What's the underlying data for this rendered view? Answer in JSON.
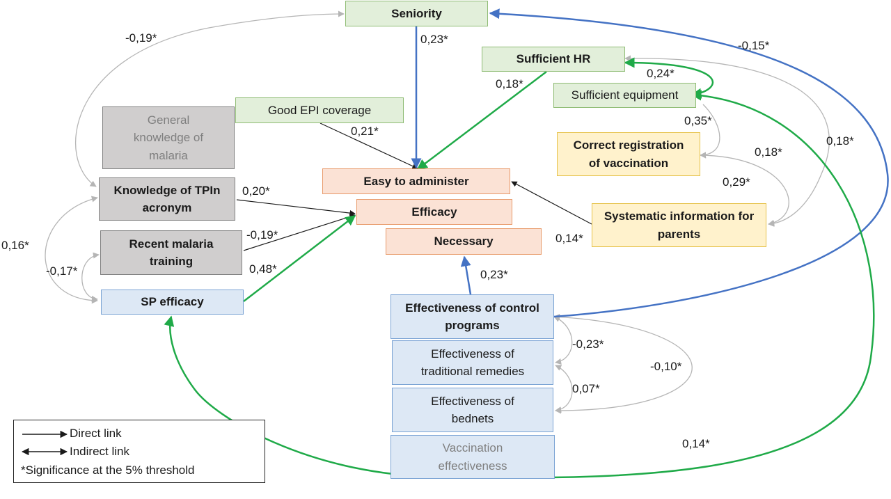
{
  "nodes": {
    "seniority": "Seniority",
    "sufficient_hr": "Sufficient HR",
    "sufficient_equipment": "Sufficient equipment",
    "good_epi_coverage": "Good EPI coverage",
    "general_knowledge": "General knowledge of malaria",
    "correct_registration": "Correct registration of vaccination",
    "easy_to_administer": "Easy to administer",
    "knowledge_tpin": "Knowledge of TPIn acronym",
    "efficacy": "Efficacy",
    "systematic_information": "Systematic information for parents",
    "recent_training": "Recent malaria training",
    "necessary": "Necessary",
    "sp_efficacy": "SP efficacy",
    "effectiveness_control": "Effectiveness of control programs",
    "effectiveness_remedies": "Effectiveness of traditional remedies",
    "effectiveness_bednets": "Effectiveness of bednets",
    "vaccination_effectiveness": "Vaccination effectiveness"
  },
  "coefficients": {
    "seniority_easy": "0,23*",
    "knowledge_seniority": "-0,19*",
    "seniority_control": "-0,15*",
    "hr_easy": "0,18*",
    "equipment_hr": "0,24*",
    "epi_easy": "0,21*",
    "equipment_registration": "0,35*",
    "hr_systematic": "0,18*",
    "registration_systematic": "0,18*",
    "registration_systematic_b": "0,29*",
    "tpin_efficacy": "0,20*",
    "training_efficacy": "-0,19*",
    "systematic_easy": "0,14*",
    "tpin_sp": "0,16*",
    "training_sp": "-0,17*",
    "sp_efficacy": "0,48*",
    "control_necessary": "0,23*",
    "control_remedies": "-0,23*",
    "control_bednets": "-0,10*",
    "remedies_bednets": "0,07*",
    "equipment_sp": "0,14*"
  },
  "legend": {
    "direct": "Direct link",
    "indirect": "Indirect link",
    "significance": "*Significance at the 5% threshold"
  },
  "colors": {
    "green_link": "#1faa48",
    "blue_link": "#4472c4",
    "gray_link": "#b5b5b5",
    "black_link": "#1a1a1a"
  }
}
